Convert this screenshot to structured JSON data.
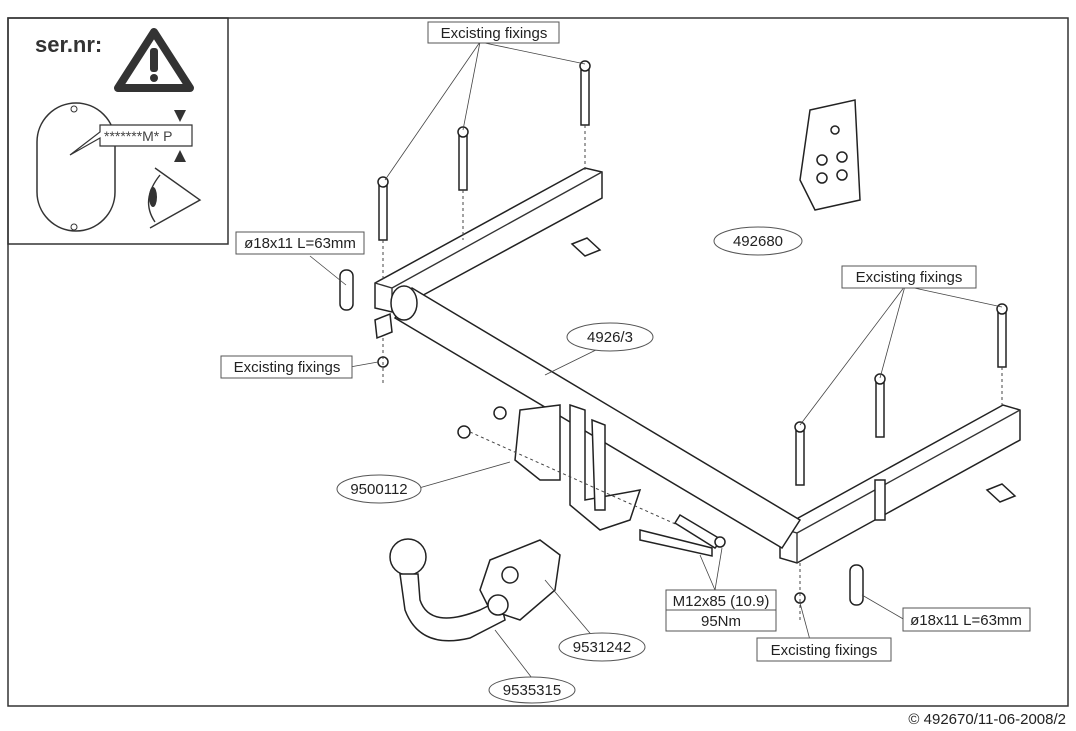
{
  "inset": {
    "serial_label": "ser.nr:",
    "plate_code": "*******M* P"
  },
  "labels": {
    "fixings_top": "Excisting fixings",
    "fixings_right": "Excisting fixings",
    "fixings_left": "Excisting fixings",
    "fixings_bottom": "Excisting fixings",
    "spacer_left": "ø18x11 L=63mm",
    "spacer_right": "ø18x11 L=63mm",
    "bolt_spec": "M12x85 (10.9)",
    "torque": "95Nm"
  },
  "parts": {
    "bracket_kit": "492680",
    "crossbar": "4926/3",
    "socket_plate": "9500112",
    "ball_holder": "9531242",
    "towball": "9535315"
  },
  "footer": {
    "copyright": "© 492670/11-06-2008/2"
  }
}
